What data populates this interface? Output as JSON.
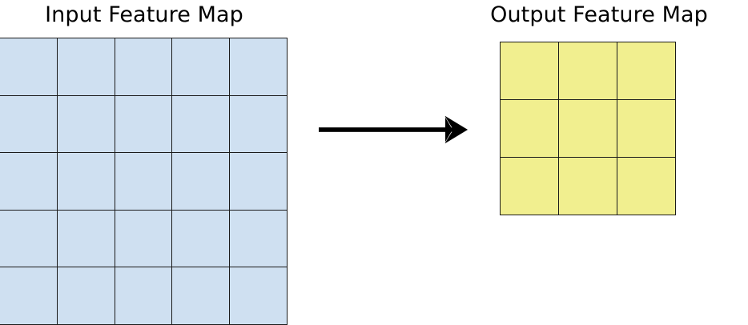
{
  "figure": {
    "type": "diagram",
    "background_color": "#ffffff",
    "description": "Convolution / pooling feature map transformation diagram"
  },
  "input_panel": {
    "title": "Input Feature Map",
    "rows": 5,
    "cols": 5,
    "cell_fill_color": "#cfe0f1",
    "cell_border_color": "#1b1b1b",
    "cells": [
      [
        "",
        "",
        "",
        "",
        ""
      ],
      [
        "",
        "",
        "",
        "",
        ""
      ],
      [
        "",
        "",
        "",
        "",
        ""
      ],
      [
        "",
        "",
        "",
        "",
        ""
      ],
      [
        "",
        "",
        "",
        "",
        ""
      ]
    ]
  },
  "output_panel": {
    "title": "Output Feature Map",
    "rows": 3,
    "cols": 3,
    "cell_fill_color": "#f1ef8f",
    "cell_border_color": "#1b1b1b",
    "cells": [
      [
        "",
        "",
        ""
      ],
      [
        "",
        "",
        ""
      ],
      [
        "",
        "",
        ""
      ]
    ]
  },
  "connector": {
    "icon": "right-arrow-icon",
    "label": "",
    "color": "#000000",
    "direction": "right"
  }
}
